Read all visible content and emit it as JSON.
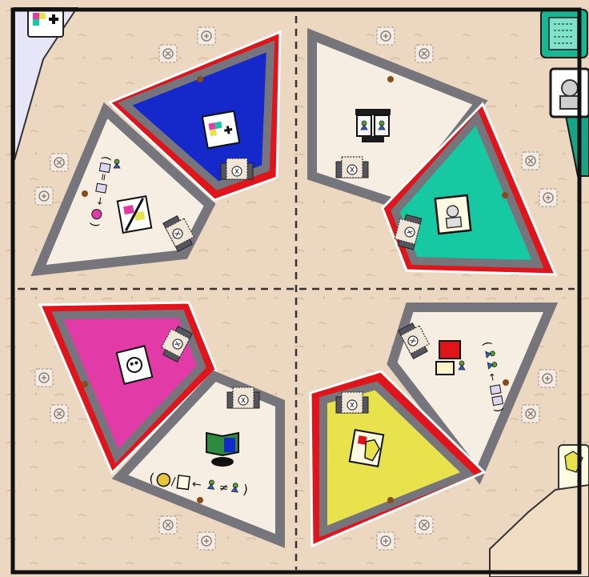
{
  "board": {
    "title": "",
    "rooms": [
      {
        "id": "room-blue",
        "color": "#1528c9",
        "highlighted": true,
        "icon": "tetromino-card-icon"
      },
      {
        "id": "room-teal",
        "color": "#17c9a2",
        "highlighted": true,
        "icon": "portrait-card-icon"
      },
      {
        "id": "room-magenta",
        "color": "#e23aa6",
        "highlighted": true,
        "icon": "bomb-card-icon"
      },
      {
        "id": "room-yellow",
        "color": "#e8e24c",
        "highlighted": true,
        "icon": "map-card-icon"
      },
      {
        "id": "room-ul",
        "color": "#f6eee2",
        "highlighted": false,
        "icon": "painting-easel-icon"
      },
      {
        "id": "room-ur",
        "color": "#f6eee2",
        "highlighted": false,
        "icon": "meeple-pair-icon"
      },
      {
        "id": "room-ll",
        "color": "#f6eee2",
        "highlighted": false,
        "icon": "open-book-icon"
      },
      {
        "id": "room-lr",
        "color": "#f6eee2",
        "highlighted": false,
        "icon": "scroll-and-cards-icon"
      }
    ],
    "colors": {
      "table": "#ecd7c1",
      "frame": "#111111",
      "wall": "#75757b",
      "highlight": "#e0141b",
      "divider": "#333333"
    }
  }
}
